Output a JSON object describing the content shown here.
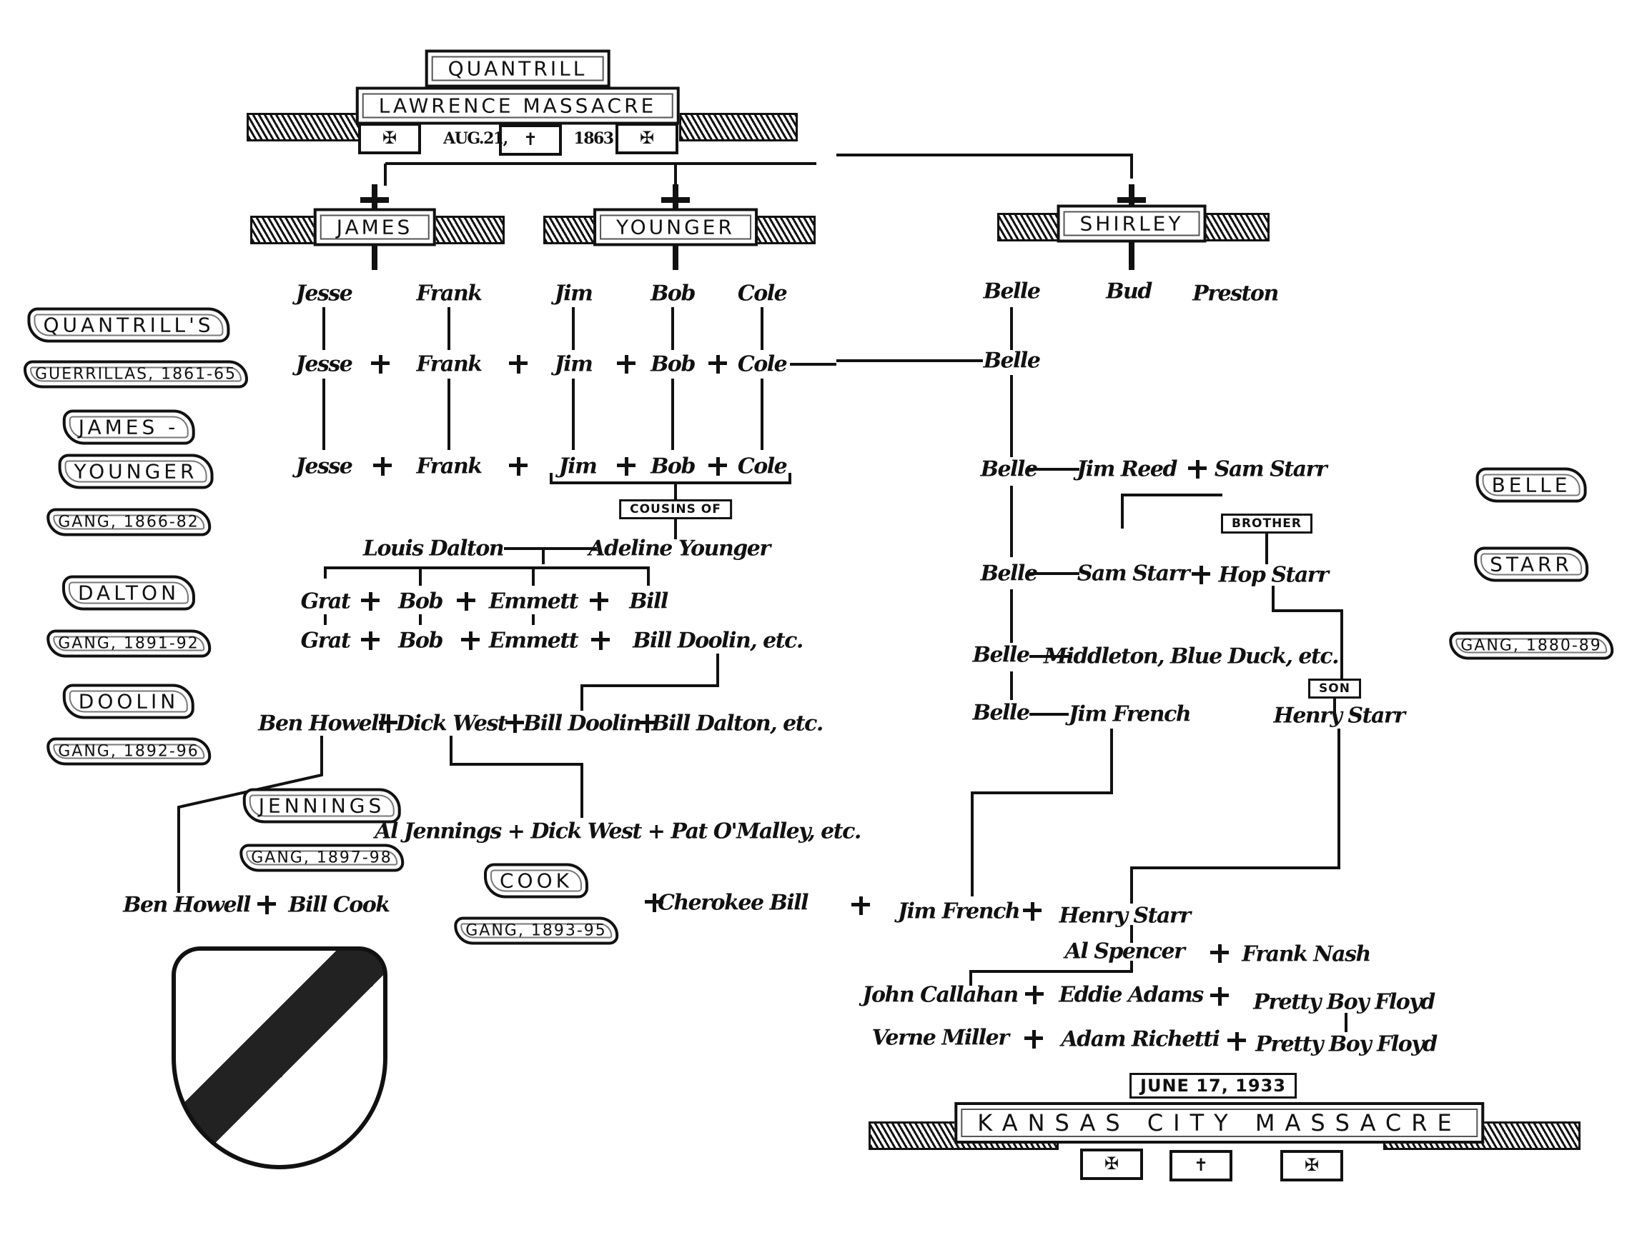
{
  "top_banner": {
    "title": "QUANTRILL",
    "subtitle": "LAWRENCE MASSACRE",
    "date_left": "AUG.21,",
    "date_right": "1863"
  },
  "families": {
    "james": "JAMES",
    "younger": "YOUNGER",
    "shirley": "SHIRLEY"
  },
  "rows": {
    "r1": [
      "Jesse",
      "Frank",
      "Jim",
      "Bob",
      "Cole",
      "Belle",
      "Bud",
      "Preston"
    ],
    "r2": [
      "Jesse",
      "Frank",
      "Jim",
      "Bob",
      "Cole",
      "Belle"
    ],
    "r3": [
      "Jesse",
      "Frank",
      "Jim",
      "Bob",
      "Cole"
    ],
    "cousins_label": "COUSINS OF",
    "parents": [
      "Louis Dalton",
      "Adeline Younger"
    ],
    "dalton1": [
      "Grat",
      "Bob",
      "Emmett",
      "Bill"
    ],
    "dalton2": [
      "Grat",
      "Bob",
      "Emmett",
      "Bill Doolin, etc."
    ],
    "doolin": [
      "Ben Howell",
      "Dick West",
      "Bill Doolin",
      "Bill Dalton, etc."
    ],
    "jennings": "Al Jennings + Dick West + Pat O'Malley, etc.",
    "cook": [
      "Ben Howell",
      "Bill Cook",
      "Cherokee Bill"
    ],
    "final": [
      "Jim French",
      "Henry Starr"
    ],
    "spencer": [
      "Al Spencer",
      "Frank Nash"
    ],
    "floyd1": [
      "John Callahan",
      "Eddie Adams",
      "Pretty Boy Floyd"
    ],
    "floyd2": [
      "Verne Miller",
      "Adam Richetti",
      "Pretty Boy Floyd"
    ]
  },
  "starr": {
    "b1": [
      "Belle",
      "Jim Reed",
      "Sam Starr"
    ],
    "brother_label": "BROTHER",
    "b2": [
      "Belle",
      "Sam Starr",
      "Hop Starr"
    ],
    "b3": [
      "Belle",
      "Middleton, Blue Duck, etc."
    ],
    "son_label": "SON",
    "b4": [
      "Belle",
      "Jim French",
      "Henry Starr"
    ]
  },
  "gang_ribbons": {
    "quantrill": [
      "QUANTRILL'S",
      "GUERRILLAS, 1861-65"
    ],
    "james_younger": [
      "JAMES -",
      "YOUNGER",
      "GANG, 1866-82"
    ],
    "dalton": [
      "DALTON",
      "GANG, 1891-92"
    ],
    "doolin": [
      "DOOLIN",
      "GANG, 1892-96"
    ],
    "jennings": [
      "JENNINGS",
      "GANG, 1897-98"
    ],
    "cook": [
      "COOK",
      "GANG, 1893-95"
    ],
    "belle_starr": [
      "BELLE",
      "STARR",
      "GANG, 1880-89"
    ]
  },
  "bottom_banner": {
    "date": "JUNE 17, 1933",
    "title": "KANSAS CITY MASSACRE"
  }
}
